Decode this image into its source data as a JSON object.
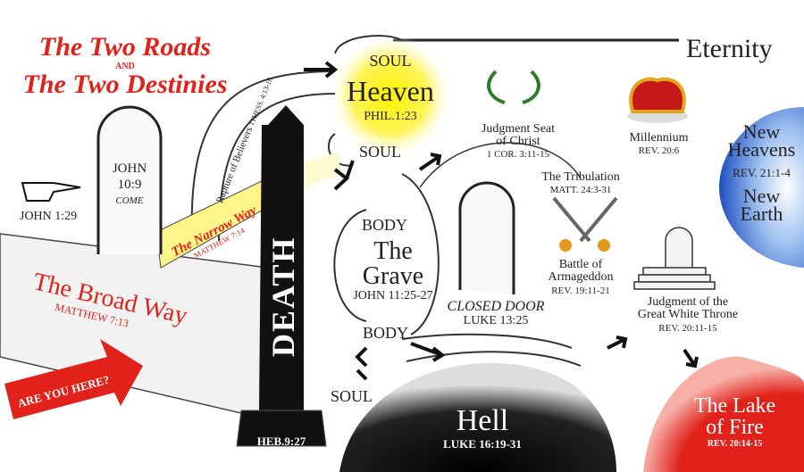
{
  "title": {
    "line1": "The Two Roads",
    "and": "AND",
    "line2": "The Two Destinies"
  },
  "eternity": "Eternity",
  "heaven": {
    "soul": "SOUL",
    "label": "Heaven",
    "ref": "PHIL.1:23"
  },
  "rapture": {
    "label": "Rapture of Believers",
    "ref": "1THESS. 4:13-18"
  },
  "judgment_seat": {
    "line1": "Judgment Seat",
    "line2": "of Christ",
    "ref": "1 COR. 3:11-15"
  },
  "millennium": {
    "label": "Millennium",
    "ref": "REV. 20:6"
  },
  "new_heavens": {
    "line1": "New",
    "line2": "Heavens",
    "ref": "REV. 21:1-4",
    "line3": "New",
    "line4": "Earth"
  },
  "door_john": {
    "line1": "JOHN",
    "line2": "10:9",
    "line3": "COME"
  },
  "pointer": {
    "ref": "JOHN 1:29"
  },
  "narrow_way": {
    "label": "The Narrow Way",
    "ref": "MATTHEW 7:14"
  },
  "death": {
    "label": "DEATH",
    "ref": "HEB.9:27"
  },
  "grave": {
    "soul": "SOUL",
    "body": "BODY",
    "label1": "The",
    "label2": "Grave",
    "ref": "JOHN 11:25-27"
  },
  "closed_door": {
    "label": "CLOSED DOOR",
    "ref": "LUKE 13:25"
  },
  "tribulation": {
    "label": "The Tribulation",
    "ref": "MATT. 24:3-31"
  },
  "armageddon": {
    "line1": "Battle of",
    "line2": "Armageddon",
    "ref": "REV. 19:11-21"
  },
  "white_throne": {
    "line1": "Judgment of the",
    "line2": "Great White Throne",
    "ref": "REV. 20:11-15"
  },
  "broad_way": {
    "label": "The Broad Way",
    "ref": "MATTHEW 7:13"
  },
  "are_you_here": "ARE YOU HERE?",
  "lower": {
    "body": "BODY",
    "soul": "SOUL"
  },
  "hell": {
    "label": "Hell",
    "ref": "LUKE 16:19-31"
  },
  "lake_of_fire": {
    "line1": "The Lake",
    "line2": "of Fire",
    "ref": "REV. 20:14-15"
  },
  "colors": {
    "red": "#e0221b",
    "yellow": "#fff200",
    "blue": "#1f5fd0",
    "black": "#111111"
  }
}
